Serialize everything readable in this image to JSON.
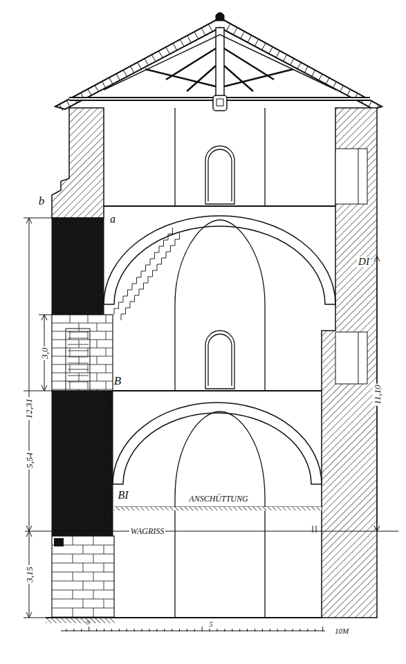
{
  "diagram": {
    "labels": [
      "b",
      "a",
      "DI",
      "B",
      "BI",
      "ANSCHÜTTUNG",
      "WAGRISS",
      "12,31",
      "3,0",
      "5,54",
      "11,10",
      "3,15",
      "0",
      "5",
      "10M"
    ]
  }
}
